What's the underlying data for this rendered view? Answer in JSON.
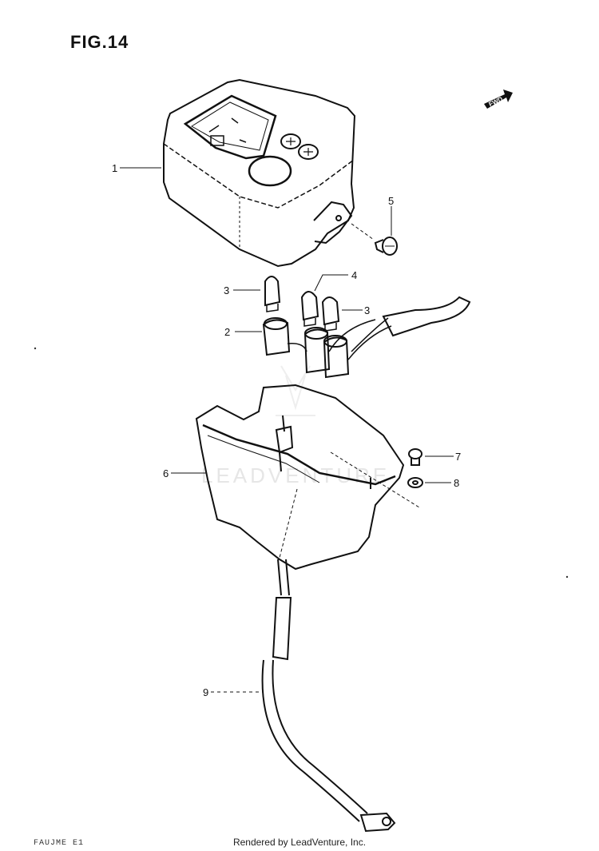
{
  "figure": {
    "title": "FIG.14",
    "direction_badge": "FWD",
    "footer": "Rendered by LeadVenture, Inc.",
    "corner_code": "FAUJME E1",
    "watermark": "LEADVENTURE"
  },
  "callouts": [
    {
      "id": "1",
      "label": "1",
      "part": "meter-case-upper"
    },
    {
      "id": "2",
      "label": "2",
      "part": "bulb-socket"
    },
    {
      "id": "3a",
      "label": "3",
      "part": "bulb-left"
    },
    {
      "id": "3b",
      "label": "3",
      "part": "bulb-right"
    },
    {
      "id": "4",
      "label": "4",
      "part": "bulb-center"
    },
    {
      "id": "5",
      "label": "5",
      "part": "screw"
    },
    {
      "id": "6",
      "label": "6",
      "part": "meter-case-lower"
    },
    {
      "id": "7",
      "label": "7",
      "part": "screw-small"
    },
    {
      "id": "8",
      "label": "8",
      "part": "washer"
    },
    {
      "id": "9",
      "label": "9",
      "part": "speedometer-cable"
    }
  ]
}
